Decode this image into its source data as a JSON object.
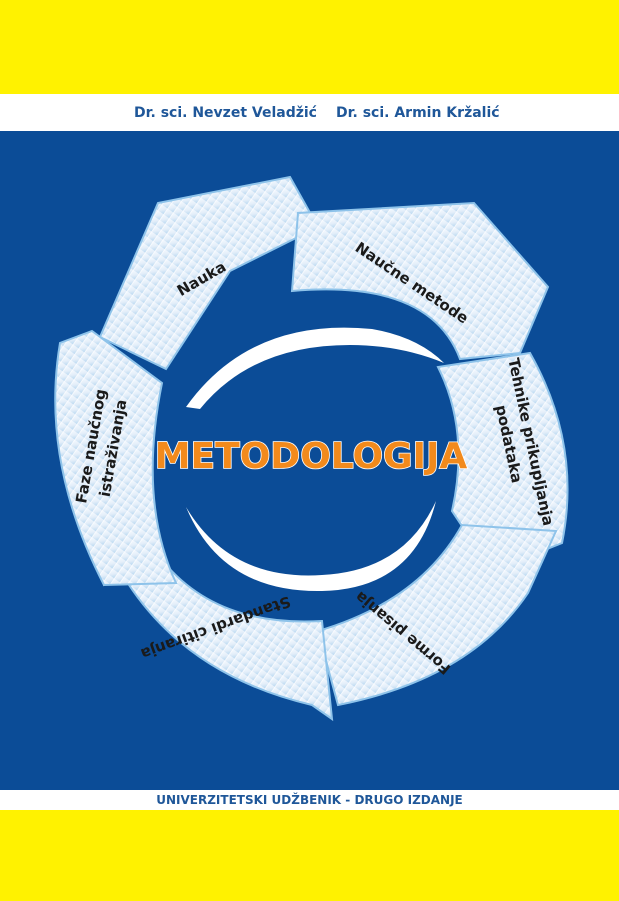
{
  "cover": {
    "authors": [
      "Dr. sci. Nevzet Veladžić",
      "Dr. sci. Armin Kržalić"
    ],
    "title": "METODOLOGIJA",
    "cycle_stages": [
      "Nauka",
      "Naučne metode",
      "Tehnike prikupljanja",
      "podataka",
      "Forme pisanja",
      "Standardi citiranja",
      "Faze naučnog",
      "istraživanja"
    ],
    "subtitle": "UNIVERZITETSKI UDŽBENIK  - DRUGO IZDANJE"
  },
  "colors": {
    "band": "#fff200",
    "panel": "#0b4c97",
    "author_text": "#1f5799",
    "title_orange": "#f28a1c",
    "arrow_light": "#e9f2fb",
    "arrow_edge": "#8ec3ea"
  }
}
